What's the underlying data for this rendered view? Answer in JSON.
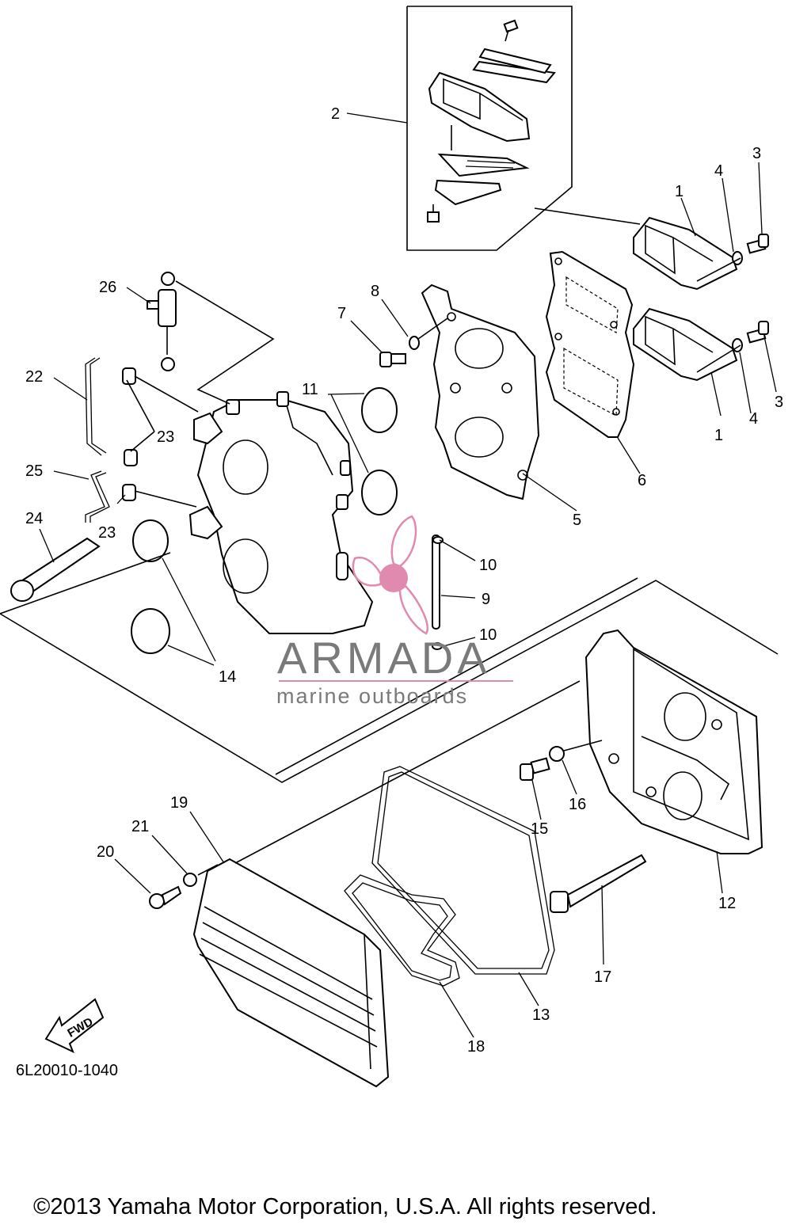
{
  "callouts": [
    {
      "id": "c1a",
      "text": "1"
    },
    {
      "id": "c1b",
      "text": "1"
    },
    {
      "id": "c2",
      "text": "2"
    },
    {
      "id": "c3a",
      "text": "3"
    },
    {
      "id": "c3b",
      "text": "3"
    },
    {
      "id": "c4a",
      "text": "4"
    },
    {
      "id": "c4b",
      "text": "4"
    },
    {
      "id": "c5",
      "text": "5"
    },
    {
      "id": "c6",
      "text": "6"
    },
    {
      "id": "c7",
      "text": "7"
    },
    {
      "id": "c8",
      "text": "8"
    },
    {
      "id": "c9",
      "text": "9"
    },
    {
      "id": "c10a",
      "text": "10"
    },
    {
      "id": "c10b",
      "text": "10"
    },
    {
      "id": "c11",
      "text": "11"
    },
    {
      "id": "c12",
      "text": "12"
    },
    {
      "id": "c13",
      "text": "13"
    },
    {
      "id": "c14",
      "text": "14"
    },
    {
      "id": "c15",
      "text": "15"
    },
    {
      "id": "c16",
      "text": "16"
    },
    {
      "id": "c17",
      "text": "17"
    },
    {
      "id": "c18",
      "text": "18"
    },
    {
      "id": "c19",
      "text": "19"
    },
    {
      "id": "c20",
      "text": "20"
    },
    {
      "id": "c21",
      "text": "21"
    },
    {
      "id": "c22",
      "text": "22"
    },
    {
      "id": "c23a",
      "text": "23"
    },
    {
      "id": "c23b",
      "text": "23"
    },
    {
      "id": "c24",
      "text": "24"
    },
    {
      "id": "c25",
      "text": "25"
    },
    {
      "id": "c26",
      "text": "26"
    }
  ],
  "fwd_label": "FWD",
  "diagram_code": "6L20010-1040",
  "watermark": {
    "name": "ARMADA",
    "tagline": "marine outboards",
    "accent_color": "#e08ab0",
    "text_color": "#7a7a7a"
  },
  "copyright": "©2013 Yamaha Motor Corporation, U.S.A. All rights reserved."
}
